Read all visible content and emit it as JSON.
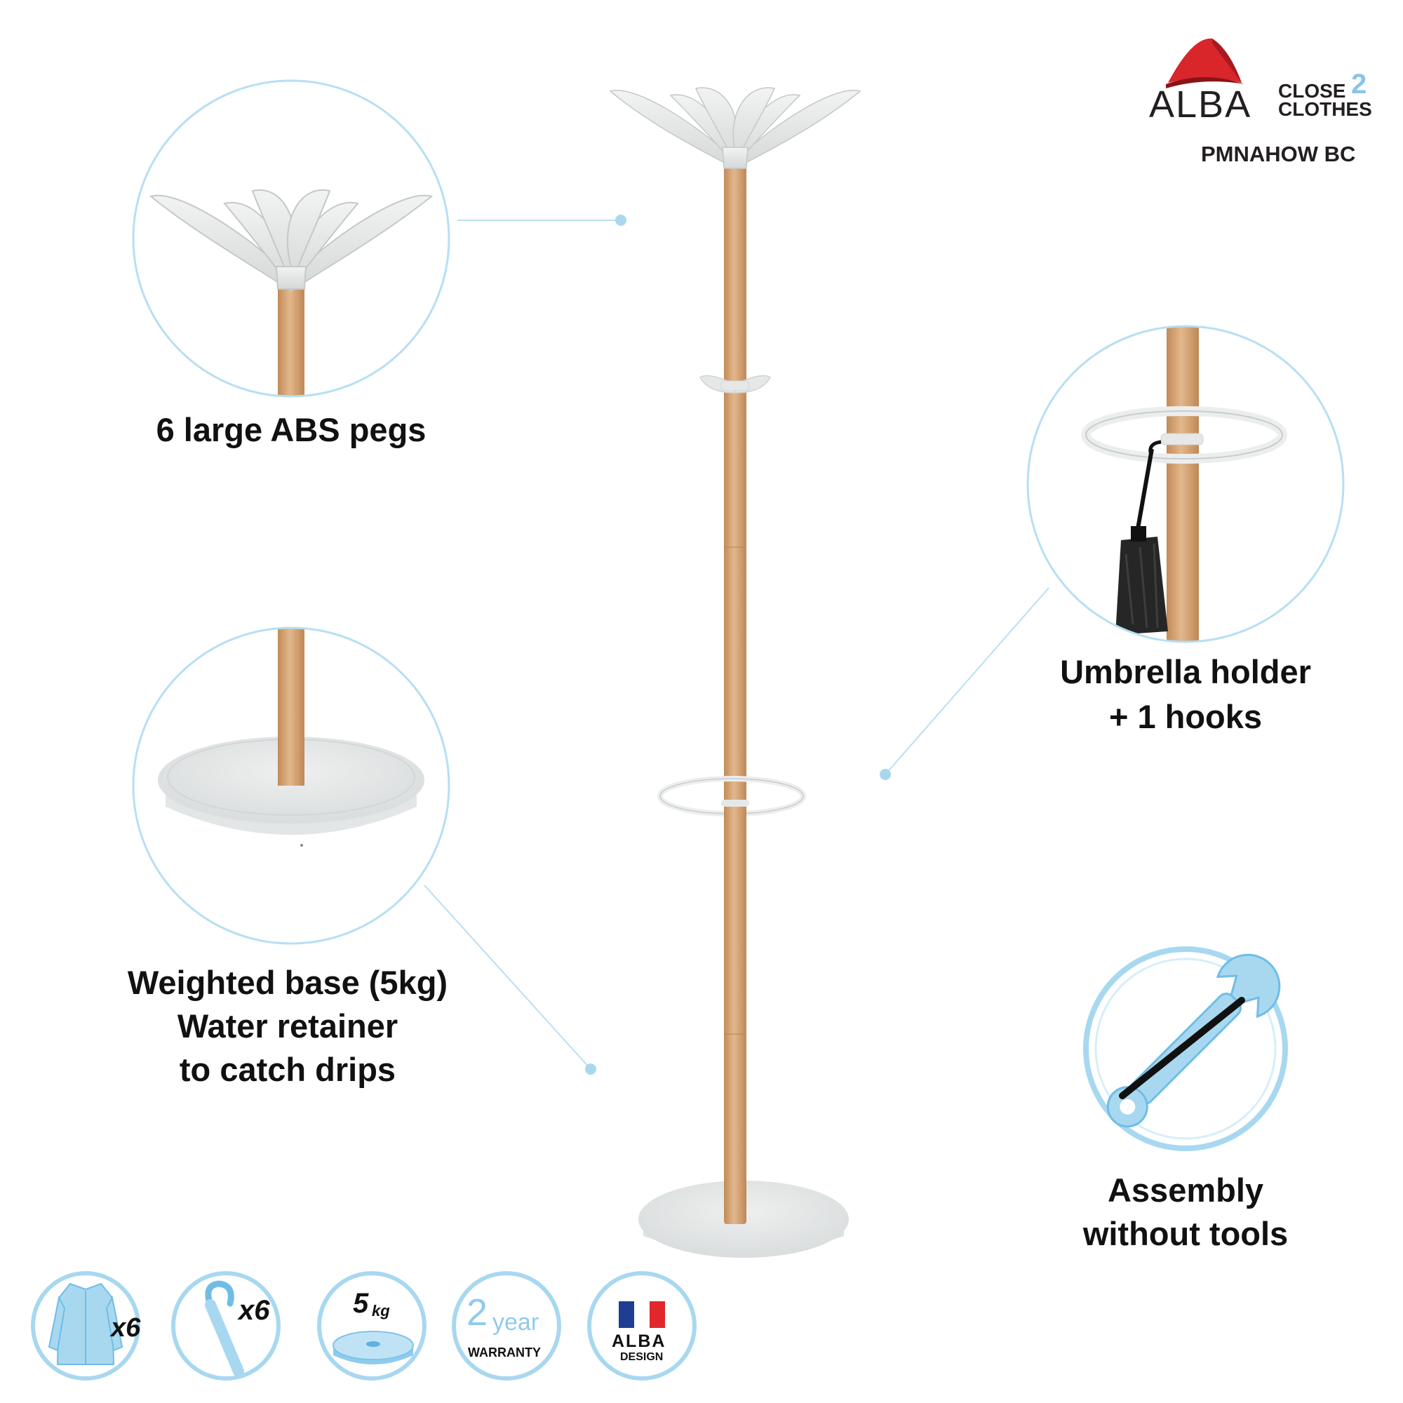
{
  "brand": {
    "logo_text": "ALBA",
    "tagline_line1": "CLOSE",
    "tagline_number": "2",
    "tagline_line2": "CLOTHES",
    "model_code": "PMNAHOW BC"
  },
  "features": {
    "pegs": "6 large ABS pegs",
    "umbrella_line1": "Umbrella holder",
    "umbrella_line2": "+ 1 hooks",
    "base_line1": "Weighted base (5kg)",
    "base_line2": "Water retainer",
    "base_line3": "to catch drips",
    "assembly_line1": "Assembly",
    "assembly_line2": "without tools"
  },
  "badges": {
    "coats_count": "x6",
    "hooks_count": "x6",
    "weight_number": "5",
    "weight_unit": "kg",
    "warranty_number": "2",
    "warranty_unit": "year",
    "warranty_label": "WARRANTY",
    "design_brand": "ALBA",
    "design_label": "DESIGN"
  },
  "colors": {
    "accent": "#9fd3ee",
    "wood": "#d9a878",
    "plastic": "#e6e8e8",
    "logo_red": "#d9262b",
    "text": "#111111"
  }
}
